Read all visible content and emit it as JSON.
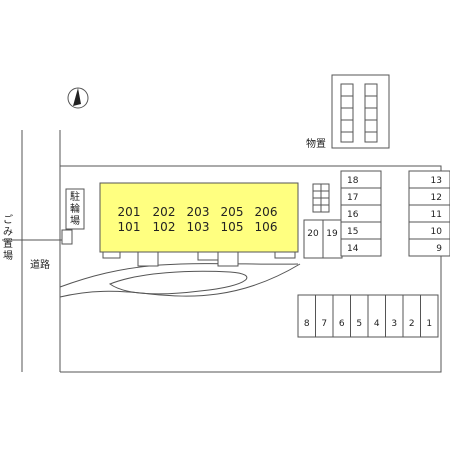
{
  "labels": {
    "storage": "物置",
    "bike_parking": [
      "駐",
      "輪",
      "場"
    ],
    "garbage": [
      "ご",
      "み",
      "置",
      "場"
    ],
    "road": "道路"
  },
  "building": {
    "upper": [
      "201",
      "202",
      "203",
      "205",
      "206"
    ],
    "lower": [
      "101",
      "102",
      "103",
      "105",
      "106"
    ],
    "fill": "#ffff80"
  },
  "parking": {
    "left_col": [
      "18",
      "17",
      "16",
      "15",
      "14"
    ],
    "right_col": [
      "13",
      "12",
      "11",
      "10",
      "9"
    ],
    "small": [
      "20",
      "19"
    ],
    "bottom_row": [
      "8",
      "7",
      "6",
      "5",
      "4",
      "3",
      "2",
      "1"
    ]
  },
  "icons": {
    "compass": "north-arrow-icon"
  }
}
